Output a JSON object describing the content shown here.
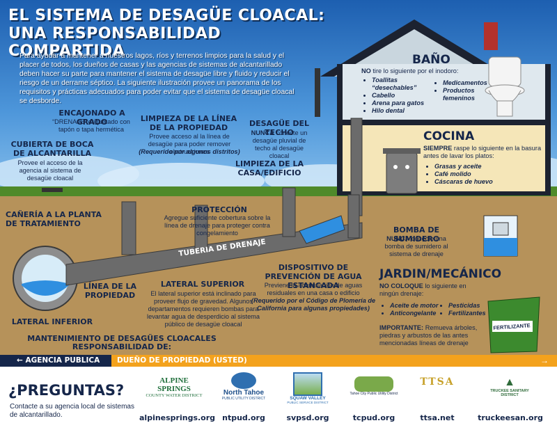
{
  "header": {
    "title_line1": "EL SISTEMA DE DESAGÜE CLOACAL:",
    "title_line2": "UNA RESPONSABILIDAD COMPARTIDA",
    "intro": "Para ayudar a mantener a nuestros lagos, ríos y terrenos limpios para la salud y el placer de todos, los dueños de casas y las agencias de sistemas de alcantarillado deben hacer su parte para mantener el sistema de desagüe libre y fluido y reducir el riesgo de un derrame séptico. La siguiente ilustración provee un panorama de los requisitos y prácticas adecuados para poder evitar que el sistema de desagüe cloacal se desborde."
  },
  "labels": {
    "encajonado_title": "ENCAJONADO A GRADO",
    "encajonado_text": "“DRENAJE” etiquetado con tapón o tapa hermética",
    "cubierta_title": "CUBIERTA DE BOCA DE ALCANTARILLA",
    "cubierta_text": "Provee el acceso de la agencia al sistema de desagüe cloacal",
    "limpieza_prop_title": "LIMPIEZA DE LA LÍNEA DE LA PROPIEDAD",
    "limpieza_prop_text": "Provee acceso al la línea de desagüe para poder remover obstrucciones",
    "limpieza_prop_req": "(Requerido por algunos distritos)",
    "desague_techo_title": "DESAGÜE DEL TECHO",
    "desague_techo_nunca": "NUNCA",
    "desague_techo_text": "conecte un desagüe pluvial de techo al desagüe cloacal",
    "limpieza_casa_title": "LIMPIEZA DE LA CASA/EDIFICIO",
    "canieria_title": "CAÑERÍA A LA PLANTA DE TRATAMIENTO",
    "proteccion_title": "PROTECCIÓN",
    "proteccion_text": "Agregue suficiente cobertura sobre la línea de drenaje para proteger contra congelamiento",
    "tuberia": "TUBERIA DE DRENAJE",
    "linea_prop": "LÍNEA DE LA PROPIEDAD",
    "lateral_superior_title": "LATERAL SUPERIOR",
    "lateral_superior_text": "El lateral superior está inclinado para proveer flujo de gravedad. Algunos departamentos requieren bombas para levantar agua de desperdicio al sistema público de desagüe cloacal",
    "lateral_inferior": "LATERAL INFERIOR",
    "dispositivo_title": "DISPOSITIVO DE PREVENCIÓN DE AGUA ESTANCADA",
    "dispositivo_text": "Previene la acumulación de aguas residuales en una casa o edificio",
    "dispositivo_req": "(Requerido por el Código de Plomería de California para algunas propiedades)",
    "bomba_title": "BOMBA DE SUMIDERO",
    "bomba_nunca": "NUNCA",
    "bomba_text": "conecte una bomba de sumidero al sistema de drenaje",
    "mantenimiento_line1": "MANTENIMIENTO DE DESAGÜES CLOACALES",
    "mantenimiento_line2": "RESPONSABILIDAD DE:"
  },
  "rooms": {
    "bano_title": "BAÑO",
    "bano_no": "NO",
    "bano_intro": "tire lo siguiente por el inodoro:",
    "bano_items_left": [
      "Toallitas “desechables”",
      "Cabello",
      "Arena para gatos",
      "Hilo dental"
    ],
    "bano_items_right": [
      "Medicamentos",
      "Productos femeninos"
    ],
    "cocina_title": "COCINA",
    "cocina_siempre": "SIEMPRE",
    "cocina_intro": "raspe lo siguiente en la basura antes de lavar los platos:",
    "cocina_items": [
      "Grasas y aceite",
      "Café molido",
      "Cáscaras de huevo"
    ],
    "jardin_title": "JARDIN/MECÁNICO",
    "jardin_no": "NO COLOQUE",
    "jardin_intro": "lo siguiente en ningún drenaje:",
    "jardin_items_left": [
      "Aceite de motor",
      "Anticongelante"
    ],
    "jardin_items_right": [
      "Pesticidas",
      "Fertilizantes"
    ],
    "jardin_importante": "IMPORTANTE:",
    "jardin_importante_text": "Remueva árboles, piedras y arbustos de las antes mencionadas líneas de drenaje",
    "fertilizante": "FERTILIZANTE"
  },
  "bar": {
    "agencia": "AGENCIA PUBLICA",
    "dueno": "DUEÑO DE PROPIEDAD (USTED)"
  },
  "footer": {
    "preguntas": "¿PREGUNTAS?",
    "contacto": "Contacte a su agencia local de sistemas de alcantarillado.",
    "logos": [
      {
        "name": "ALPINE SPRINGS",
        "sub": "COUNTY WATER DISTRICT",
        "url": "alpinesprings.org"
      },
      {
        "name": "North Tahoe",
        "sub": "PUBLIC UTILITY DISTRICT",
        "url": "ntpud.org"
      },
      {
        "name": "SQUAW VALLEY",
        "sub": "PUBLIC SERVICE DISTRICT",
        "url": "svpsd.org"
      },
      {
        "name": "Tahoe City Public Utility District",
        "sub": "",
        "url": "tcpud.org"
      },
      {
        "name": "TTSA",
        "sub": "",
        "url": "ttsa.net"
      },
      {
        "name": "TRUCKEE SANITARY DISTRICT",
        "sub": "",
        "url": "truckeesan.org"
      }
    ]
  },
  "colors": {
    "navy": "#15264a",
    "orange": "#f3a21d",
    "sky": "#3a85d0",
    "soil": "#b6925a",
    "pipe": "#6b6b6b"
  }
}
